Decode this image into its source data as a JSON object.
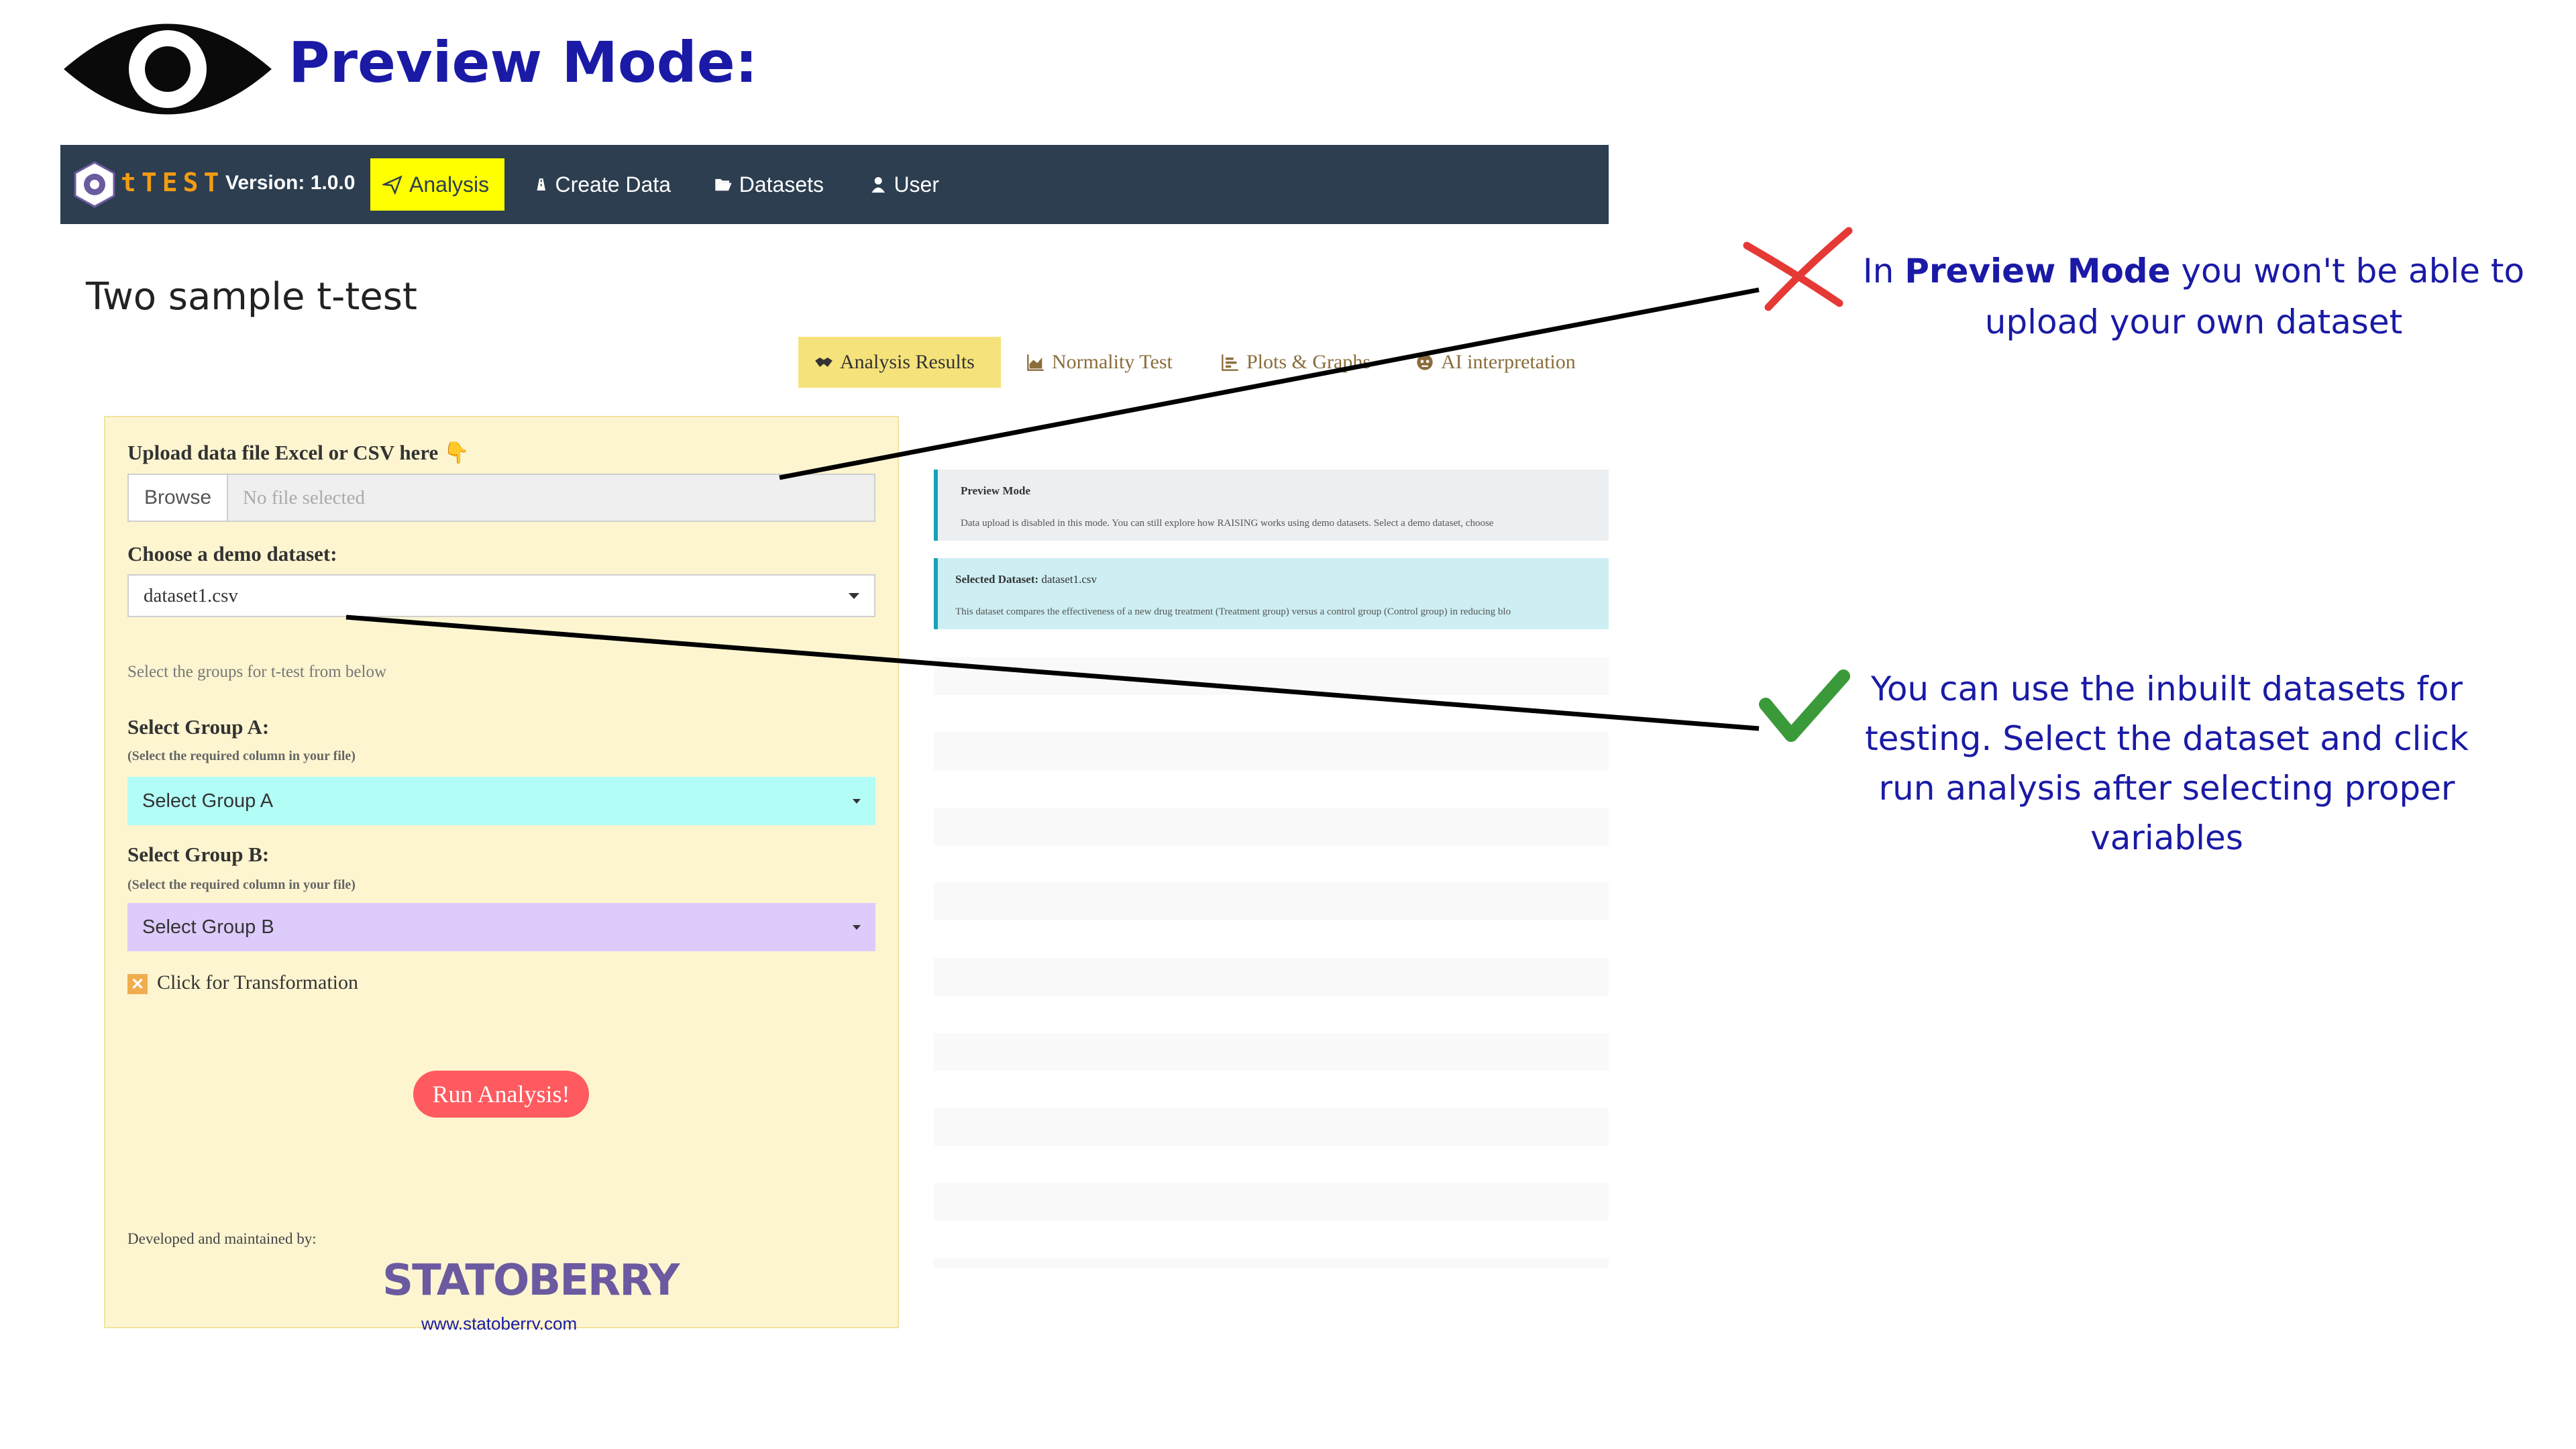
{
  "header": {
    "title": "Preview Mode:"
  },
  "navbar": {
    "brand": "tTEST",
    "version": "Version: 1.0.0",
    "items": [
      {
        "label": "Analysis",
        "icon": "paper-plane-icon",
        "active": true
      },
      {
        "label": "Create Data",
        "icon": "road-icon"
      },
      {
        "label": "Datasets",
        "icon": "folder-open-icon"
      },
      {
        "label": "User",
        "icon": "user-icon"
      }
    ]
  },
  "page": {
    "title": "Two sample t-test"
  },
  "tabs": [
    {
      "label": "Analysis Results",
      "icon": "handshake-icon",
      "active": true
    },
    {
      "label": "Normality Test",
      "icon": "area-chart-icon"
    },
    {
      "label": "Plots & Graphs",
      "icon": "bar-chart-icon"
    },
    {
      "label": "AI interpretation",
      "icon": "robot-icon"
    }
  ],
  "sidebar": {
    "upload_label": "Upload data file Excel or CSV here 👇",
    "browse_label": "Browse",
    "file_placeholder": "No file selected",
    "demo_label": "Choose a demo dataset:",
    "demo_value": "dataset1.csv",
    "groups_hint": "Select the groups for t-test from below",
    "group_a_label": "Select Group A:",
    "group_a_hint": "(Select the required column in your file)",
    "group_a_value": "Select Group A",
    "group_b_label": "Select Group B:",
    "group_b_hint": "(Select the required column in your file)",
    "group_b_value": "Select Group B",
    "transform_label": "Click for Transformation",
    "run_label": "Run Analysis!",
    "dev_label": "Developed and maintained by:",
    "org_name": "STATOBERRY",
    "org_url": "www.statoberry.com"
  },
  "alerts": {
    "preview_title": "Preview Mode",
    "preview_body": "Data upload is disabled in this mode. You can still explore how RAISING works using demo datasets. Select a demo dataset, choose",
    "dataset_title": "Selected Dataset:",
    "dataset_name": "dataset1.csv",
    "dataset_body": "This dataset compares the effectiveness of a new drug treatment (Treatment group) versus a control group (Control group) in reducing blo"
  },
  "annotations": {
    "note1_pre": "In ",
    "note1_bold": "Preview Mode",
    "note1_post": " you won't be able to upload your own dataset",
    "note2": "You can use the inbuilt datasets for testing. Select the dataset and click run analysis after selecting proper variables"
  },
  "colors": {
    "navbar": "#2c3e50",
    "accent_yellow": "#ffff00",
    "brand_orange": "#f39c12",
    "heading_blue": "#1a1aa6",
    "panel_bg": "#fdf5d0",
    "group_a_bg": "#b3fdf7",
    "group_b_bg": "#dccbfb",
    "run_button": "#ff5a5f",
    "alert_border": "#17a2b8"
  }
}
